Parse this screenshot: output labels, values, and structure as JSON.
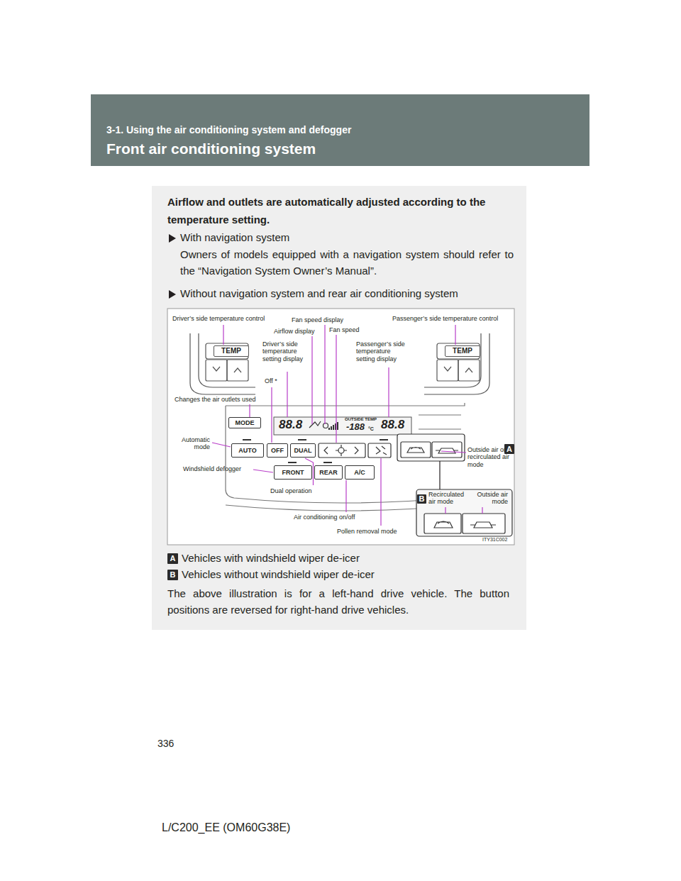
{
  "diagram": {
    "title": "Front air conditioning system",
    "nodes": [
      {
        "text": [
          "TEMP"
        ]
      },
      {
        "text": [
          "TEMP"
        ]
      },
      {
        "text": [
          "MODE"
        ]
      },
      {
        "text": [
          "AUTO"
        ]
      },
      {
        "text": [
          "OFF"
        ]
      },
      {
        "text": [
          "DUAL"
        ]
      },
      {
        "text": [
          "A"
        ]
      },
      {
        "text": [
          "FRONT"
        ]
      },
      {
        "text": [
          "REAR"
        ]
      },
      {
        "text": [
          "A/C"
        ]
      },
      {
        "text": [
          "B"
        ]
      },
      {
        "text": [
          "A"
        ]
      },
      {
        "text": [
          "B"
        ]
      }
    ],
    "labels": [
      "3-1. Using the air conditioning system and defogger",
      "Airflow and outlets are automatically adjusted according to the temperature setting.",
      "With navigation system",
      "Owners of models equipped with a navigation system should refer to the “Navigation System Owner’s Manual”.",
      "Without navigation system and rear air conditioning system",
      "Driver’s side temperature control",
      "Fan speed display",
      "Passenger’s side temperature control",
      "Airflow display",
      "Fan speed",
      "Driver’s side temperature setting display",
      "Passenger’s side temperature setting display",
      "Off *",
      "Changes the air outlets used",
      "Automatic mode",
      "Outside air or recirculated air mode",
      "Windshield defogger",
      "Dual operation",
      "Air conditioning on/off",
      "Pollen removal mode",
      "Recirculated air mode",
      "Outside air mode",
      "ITY31C002",
      "88.8",
      "OUTSIDE TEMP",
      "-188",
      "°C",
      "88.8",
      "Vehicles with windshield wiper de-icer",
      "Vehicles without windshield wiper de-icer",
      "The above illustration is for a left-hand drive vehicle. The button positions are reversed for right-hand drive vehicles.",
      "336",
      "L/C200_EE (OM60G38E)"
    ]
  }
}
